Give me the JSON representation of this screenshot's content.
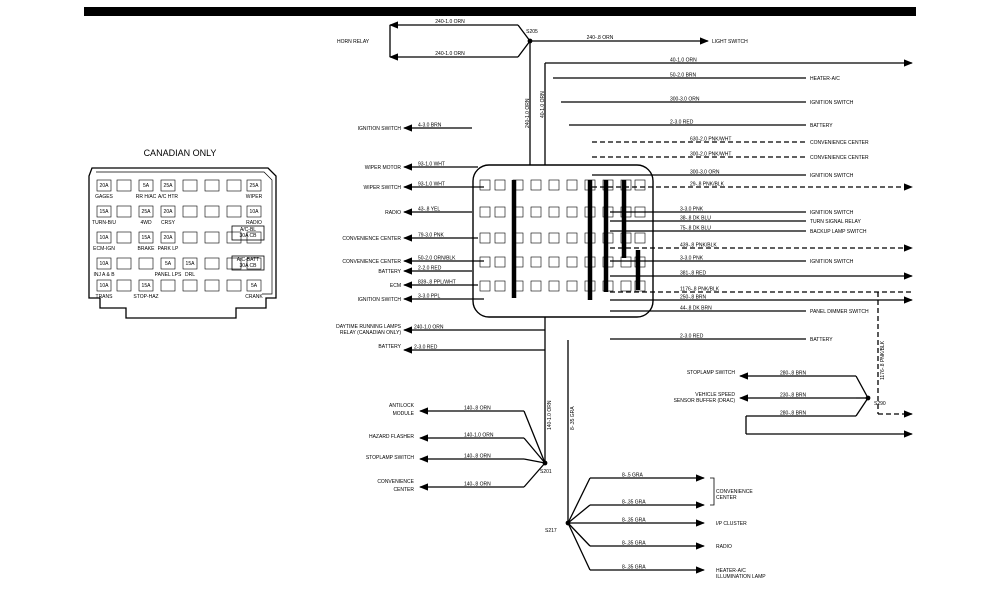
{
  "fuse_box": {
    "title": "CANADIAN ONLY",
    "fuses": [
      {
        "amp": "20A",
        "name": "GAGES"
      },
      {
        "amp": "5A",
        "name": "RR H/AC"
      },
      {
        "amp": "25A",
        "name": "A/C HTR"
      },
      {
        "amp": "25A",
        "name": "WIPER"
      },
      {
        "amp": "15A",
        "name": "TURN-B/U"
      },
      {
        "amp": "25A",
        "name": "4WD"
      },
      {
        "amp": "20A",
        "name": "CRSY"
      },
      {
        "amp": "10A",
        "name": "RADIO"
      },
      {
        "amp": "10A",
        "name": "ECM-IGN"
      },
      {
        "amp": "15A",
        "name": "BRAKE"
      },
      {
        "amp": "20A",
        "name": "PARK LP"
      },
      {
        "amp": "10A",
        "name": "INJ A & B"
      },
      {
        "amp": "5A",
        "name": "PANEL LPS"
      },
      {
        "amp": "15A",
        "name": "DRL"
      },
      {
        "amp": "10A",
        "name": "TRANS"
      },
      {
        "amp": "15A",
        "name": "STOP-HAZ"
      },
      {
        "amp": "5A",
        "name": "CRANK"
      }
    ],
    "breakers": [
      {
        "amp": "30A CB",
        "name": "A/C-BL"
      },
      {
        "amp": "30A CB",
        "name": "A/C-BATT"
      }
    ]
  },
  "top_wires": {
    "splice": "S205",
    "horn_relay": "HORN RELAY",
    "w1": "240-1.0 ORN",
    "w2": "240-1.0 ORN",
    "w3": "240-.8 ORN",
    "light_switch": "LIGHT SWITCH",
    "v1": "240-1.0 ORN",
    "v2": "40-1.0 ORN"
  },
  "left_wires": [
    {
      "name": "IGNITION SWITCH",
      "wire": "4-3.0 BRN"
    },
    {
      "name": "WIPER MOTOR",
      "wire": "93-1.0 WHT"
    },
    {
      "name": "WIPER SWITCH",
      "wire": "93-1.0 WHT"
    },
    {
      "name": "RADIO",
      "wire": "43-.8 YEL"
    },
    {
      "name": "CONVENIENCE CENTER",
      "wire": "79-3.0 PNK"
    },
    {
      "name": "CONVENIENCE CENTER",
      "wire": "50-2.0 ORN/BLK"
    },
    {
      "name": "BATTERY",
      "wire": "2-2.0 RED"
    },
    {
      "name": "ECM",
      "wire": "839-.8 PPL/WHT"
    },
    {
      "name": "IGNITION SWITCH",
      "wire": "3-3.0 PPL"
    }
  ],
  "left_lower": [
    {
      "name1": "DAYTIME RUNNING LAMPS",
      "name2": "RELAY (CANADIAN ONLY)",
      "wire": "240-1.0 ORN"
    },
    {
      "name1": "BATTERY",
      "name2": "",
      "wire": "2-3.0 RED"
    }
  ],
  "right_wires": [
    {
      "wire": "40-1.0 ORN",
      "name": ""
    },
    {
      "wire": "50-2.0 BRN",
      "name": "HEATER-A/C"
    },
    {
      "wire": "300-3.0 ORN",
      "name": "IGNITION SWITCH"
    },
    {
      "wire": "2-3.0 RED",
      "name": "BATTERY"
    },
    {
      "wire": "630-2.0 PNK/WHT",
      "name": "CONVENIENCE CENTER"
    },
    {
      "wire": "300-2.0 PNK/WHT",
      "name": "CONVENIENCE CENTER"
    },
    {
      "wire": "300-3.0 ORN",
      "name": "IGNITION SWITCH"
    },
    {
      "wire": "29-.8 PNK/BLK",
      "name": ""
    },
    {
      "wire": "3-3.0 PNK",
      "name": "IGNITION SWITCH"
    },
    {
      "wire": "38-.8 DK BLU",
      "name": "TURN SIGNAL RELAY"
    },
    {
      "wire": "75-.8 DK BLU",
      "name": "BACKUP LAMP SWITCH"
    },
    {
      "wire": "439-.8 PNK/BLK",
      "name": ""
    },
    {
      "wire": "3-3.0 PNK",
      "name": "IGNITION SWITCH"
    },
    {
      "wire": "381-.8 RED",
      "name": ""
    },
    {
      "wire": "1176-.8 PNK/BLK",
      "name": ""
    },
    {
      "wire": "250-.8 BRN",
      "name": ""
    },
    {
      "wire": "44-.8 DK BRN",
      "name": "PANEL DIMMER SWITCH"
    },
    {
      "wire": "2-3.0 RED",
      "name": "BATTERY"
    }
  ],
  "right_splice": {
    "splice": "S290",
    "vertical": "1176-.8 PNK/BLK",
    "items": [
      {
        "name1": "STOPLAMP SWITCH",
        "name2": "",
        "wire": "280-.8 BRN"
      },
      {
        "name1": "VEHICLE SPEED",
        "name2": "SENSOR BUFFER (DRAC)",
        "wire": "230-.8 BRN"
      },
      {
        "name1": "",
        "name2": "",
        "wire": "280-.8 BRN"
      }
    ]
  },
  "bottom_left": {
    "splice": "S201",
    "vertical": "140-1.0 ORN",
    "items": [
      {
        "name1": "ANTILOCK",
        "name2": "MODULE",
        "wire": "140-.8 ORN"
      },
      {
        "name1": "HAZARD FLASHER",
        "name2": "",
        "wire": "140-1.0 ORN"
      },
      {
        "name1": "STOPLAMP SWITCH",
        "name2": "",
        "wire": "140-.8 ORN"
      },
      {
        "name1": "CONVENIENCE",
        "name2": "CENTER",
        "wire": "140-.8 ORN"
      }
    ]
  },
  "bottom_right": {
    "splice": "S217",
    "vertical": "8-.35 GRA",
    "items": [
      {
        "wire": "8-.5 GRA",
        "name1": "",
        "name2": ""
      },
      {
        "wire": "8-.35 GRA",
        "name1": "CONVENIENCE",
        "name2": "CENTER"
      },
      {
        "wire": "8-.35 GRA",
        "name1": "I/P CLUSTER",
        "name2": ""
      },
      {
        "wire": "8-.35 GRA",
        "name1": "RADIO",
        "name2": ""
      },
      {
        "wire": "8-.35 GRA",
        "name1": "HEATER-A/C",
        "name2": "ILLUMINATION LAMP"
      }
    ]
  },
  "colors": {
    "ink": "#000000",
    "paper": "#ffffff"
  }
}
